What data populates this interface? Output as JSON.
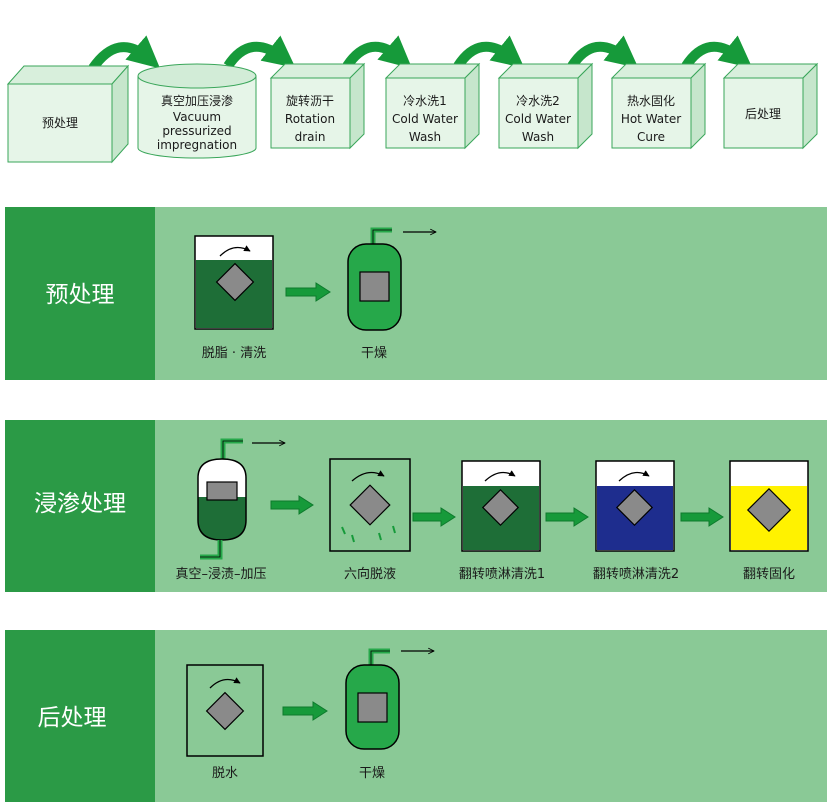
{
  "flow": [
    {
      "lines": [
        "预处理"
      ]
    },
    {
      "lines": [
        "真空加压浸渗",
        "Vacuum",
        "pressurized",
        "impregnation"
      ]
    },
    {
      "lines": [
        "旋转沥干",
        "Rotation",
        "drain"
      ]
    },
    {
      "lines": [
        "冷水洗1",
        "Cold Water",
        "Wash"
      ]
    },
    {
      "lines": [
        "冷水洗2",
        "Cold Water",
        "Wash"
      ]
    },
    {
      "lines": [
        "热水固化",
        "Hot Water",
        "Cure"
      ]
    },
    {
      "lines": [
        "后处理"
      ]
    }
  ],
  "bands": [
    {
      "title": "预处理",
      "captions": [
        "脱脂 · 清洗",
        "干燥"
      ]
    },
    {
      "title": "浸渗处理",
      "captions": [
        "真空–浸渍–加压",
        "六向脱液",
        "翻转喷淋清洗1",
        "翻转喷淋清洗2",
        "翻转固化"
      ]
    },
    {
      "title": "后处理",
      "captions": [
        "脱水",
        "干燥"
      ]
    }
  ],
  "colors": {
    "band_dark": "#2b9a46",
    "band_light": "#8ac996",
    "box_fill": "#e6f5e8",
    "box_stroke": "#3aa65a",
    "flow_arrow": "#169a3a",
    "dark_green_liquid": "#1e6e37",
    "vessel_green": "#26a84a",
    "blue_liquid": "#1e2d8e",
    "yellow_liquid": "#fff200",
    "part_gray": "#8a8a8a"
  }
}
